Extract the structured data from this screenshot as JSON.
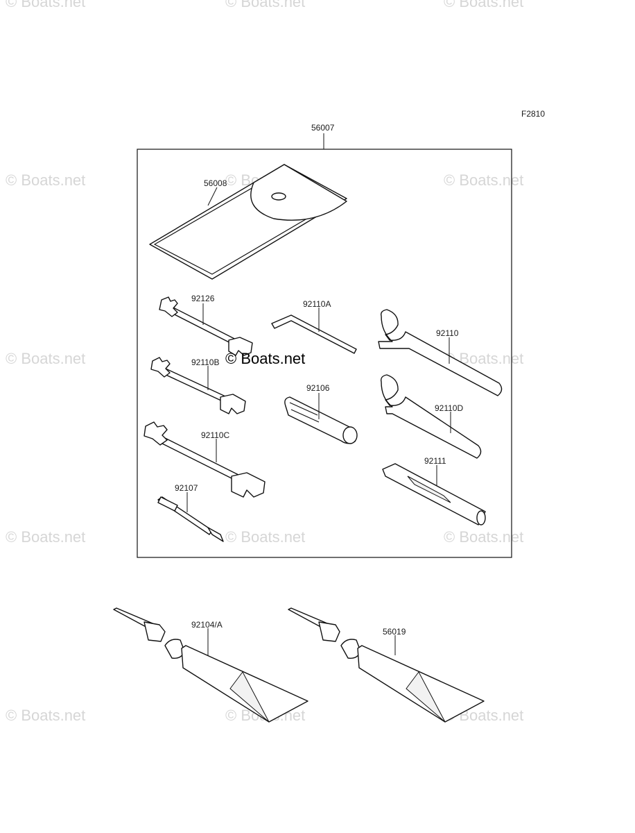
{
  "figure_code": "F2810",
  "watermark": "© Boats.net",
  "parts": {
    "tool_kit": "56007",
    "tool_bag": "56008",
    "wrench_92126": "92126",
    "hex_key": "92110A",
    "spanner_92110": "92110",
    "wrench_92110b": "92110B",
    "plug_tool": "92106",
    "spanner_92110d": "92110D",
    "wrench_92110c": "92110C",
    "handle_92111": "92111",
    "screwdriver": "92107",
    "tube_left": "92104/A",
    "tube_right": "56019"
  }
}
